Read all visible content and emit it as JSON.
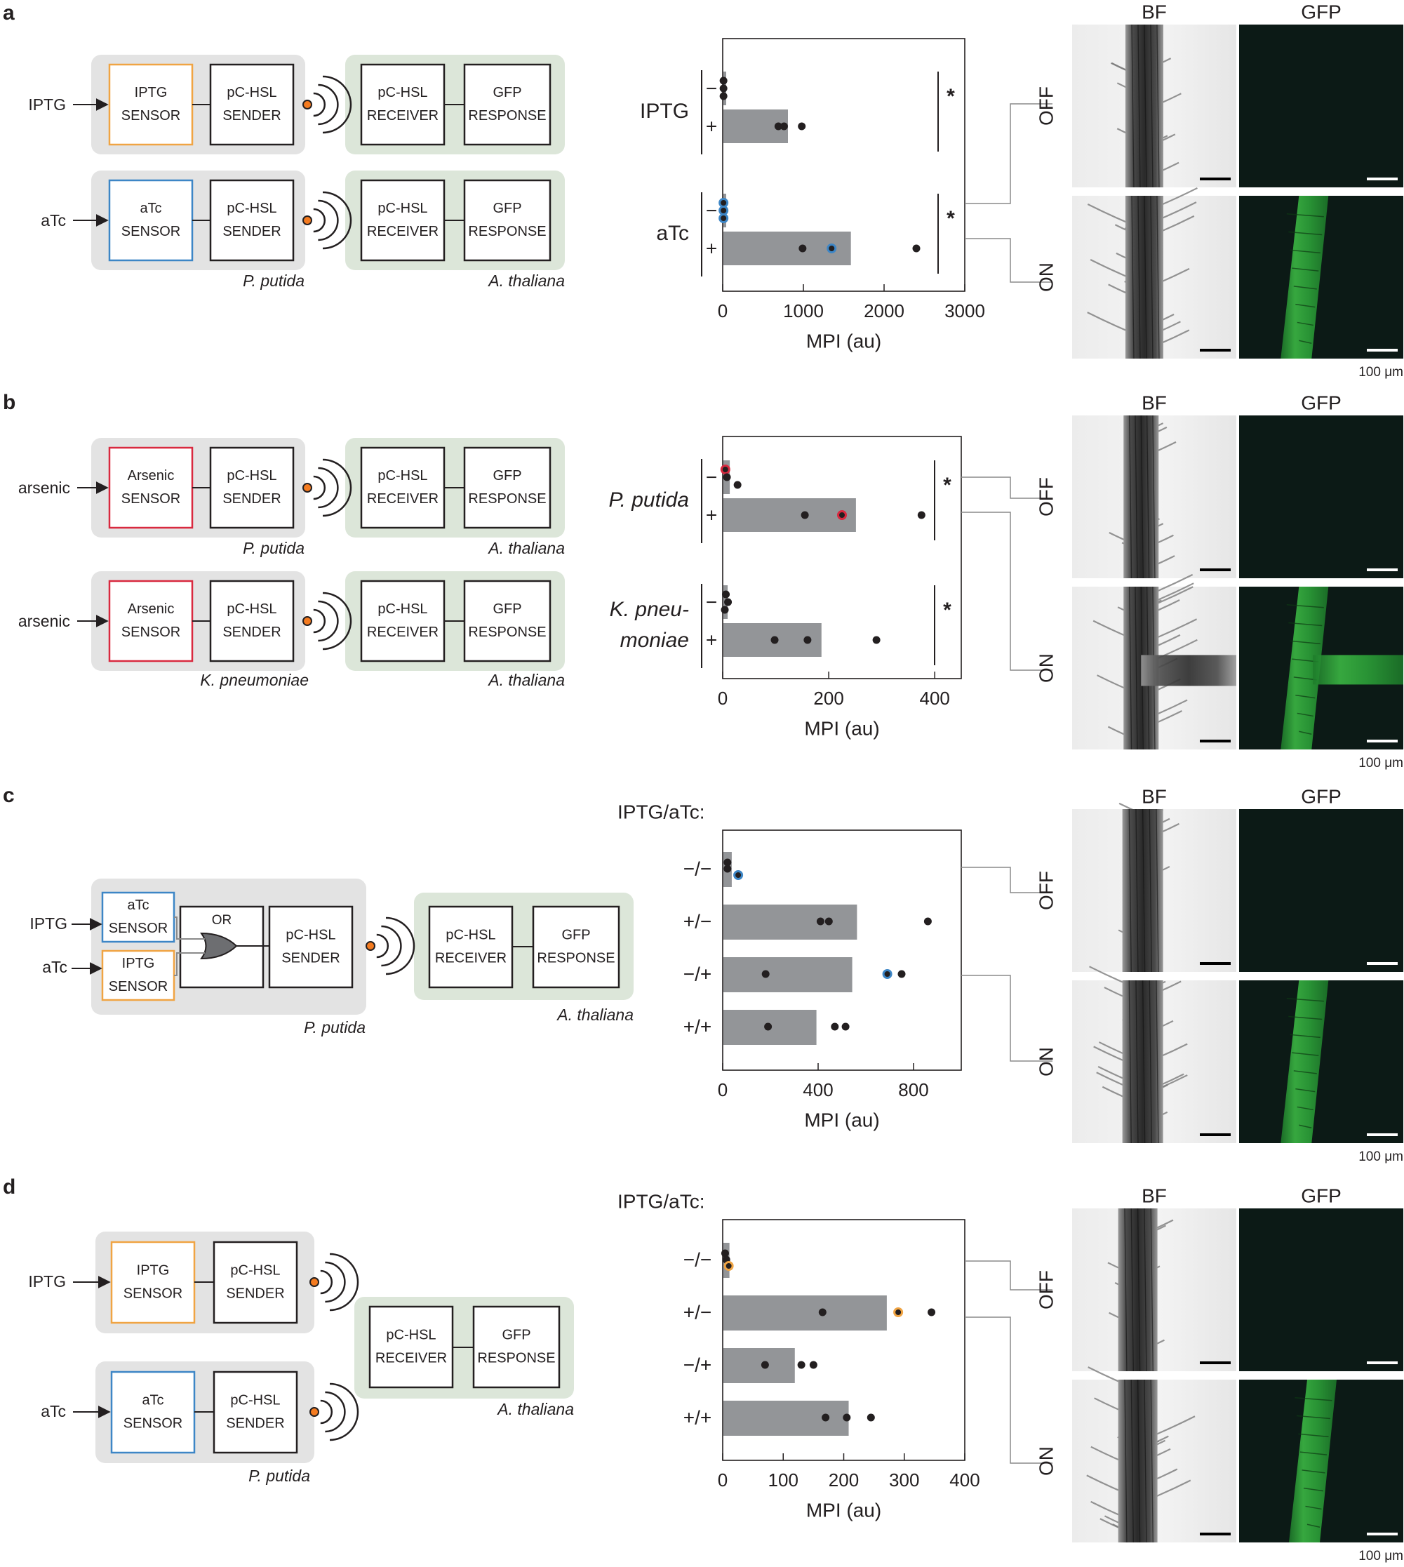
{
  "panels": {
    "a": {
      "label": "a",
      "circuit": {
        "rows": [
          {
            "input": "IPTG",
            "sensor": [
              "IPTG",
              "SENSOR"
            ],
            "sensor_color": "#f0a443",
            "sender": [
              "pC-HSL",
              "SENDER"
            ],
            "receiver": [
              "pC-HSL",
              "RECEIVER"
            ],
            "response": [
              "GFP",
              "RESPONSE"
            ]
          },
          {
            "input": "aTc",
            "sensor": [
              "aTc",
              "SENSOR"
            ],
            "sensor_color": "#3d86c6",
            "sender": [
              "pC-HSL",
              "SENDER"
            ],
            "receiver": [
              "pC-HSL",
              "RECEIVER"
            ],
            "response": [
              "GFP",
              "RESPONSE"
            ]
          }
        ],
        "host_sender": "P. putida",
        "host_receiver": "A. thaliana"
      },
      "chart_data": {
        "type": "bar",
        "orientation": "horizontal",
        "xlabel": "MPI (au)",
        "xlim": [
          0,
          3000
        ],
        "xticks": [
          0,
          1000,
          2000,
          3000
        ],
        "groups": [
          {
            "name": "IPTG",
            "bars": [
              {
                "label": "−",
                "value": 20,
                "points": [
                  10,
                  10,
                  10
                ],
                "highlight": null
              },
              {
                "label": "+",
                "value": 800,
                "points": [
                  690,
                  760,
                  980
                ],
                "highlight": null
              }
            ],
            "significance": "*"
          },
          {
            "name": "aTc",
            "bars": [
              {
                "label": "−",
                "value": 20,
                "points": [
                  10,
                  10,
                  10
                ],
                "highlight": {
                  "value": 10,
                  "color": "#3d86c6"
                }
              },
              {
                "label": "+",
                "value": 1580,
                "points": [
                  990,
                  1350,
                  2400
                ],
                "highlight": {
                  "value": 1350,
                  "color": "#3d86c6"
                }
              }
            ],
            "significance": "*"
          }
        ]
      },
      "images": {
        "col1": "BF",
        "col2": "GFP",
        "row1": "OFF",
        "row2": "ON",
        "scale": "100 μm"
      }
    },
    "b": {
      "label": "b",
      "circuit": {
        "rows": [
          {
            "input": "arsenic",
            "sensor": [
              "Arsenic",
              "SENSOR"
            ],
            "sensor_color": "#d9293f",
            "sender": [
              "pC-HSL",
              "SENDER"
            ],
            "receiver": [
              "pC-HSL",
              "RECEIVER"
            ],
            "response": [
              "GFP",
              "RESPONSE"
            ],
            "host_sender": "P. putida",
            "host_receiver": "A. thaliana"
          },
          {
            "input": "arsenic",
            "sensor": [
              "Arsenic",
              "SENSOR"
            ],
            "sensor_color": "#d9293f",
            "sender": [
              "pC-HSL",
              "SENDER"
            ],
            "receiver": [
              "pC-HSL",
              "RECEIVER"
            ],
            "response": [
              "GFP",
              "RESPONSE"
            ],
            "host_sender": "K. pneumoniae",
            "host_receiver": "A. thaliana"
          }
        ]
      },
      "chart_data": {
        "type": "bar",
        "orientation": "horizontal",
        "xlabel": "MPI (au)",
        "xlim": [
          0,
          450
        ],
        "xticks": [
          0,
          200,
          400
        ],
        "groups": [
          {
            "name": "P. putida",
            "bars": [
              {
                "label": "−",
                "value": 12,
                "points": [
                  5,
                  8,
                  28
                ],
                "highlight": {
                  "value": 5,
                  "color": "#d9293f"
                }
              },
              {
                "label": "+",
                "value": 250,
                "points": [
                  155,
                  225,
                  375
                ],
                "highlight": {
                  "value": 225,
                  "color": "#d9293f"
                }
              }
            ],
            "significance": "*"
          },
          {
            "name": [
              "K. pneu-",
              "moniae"
            ],
            "bars": [
              {
                "label": "−",
                "value": 8,
                "points": [
                  6,
                  10,
                  4
                ],
                "highlight": null
              },
              {
                "label": "+",
                "value": 185,
                "points": [
                  98,
                  160,
                  290
                ],
                "highlight": null
              }
            ],
            "significance": "*"
          }
        ]
      },
      "images": {
        "col1": "BF",
        "col2": "GFP",
        "row1": "OFF",
        "row2": "ON",
        "scale": "100 μm"
      }
    },
    "c": {
      "label": "c",
      "circuit": {
        "inputs": [
          "IPTG",
          "aTc"
        ],
        "sensors": [
          {
            "text": [
              "aTc",
              "SENSOR"
            ],
            "color": "#3d86c6"
          },
          {
            "text": [
              "IPTG",
              "SENSOR"
            ],
            "color": "#f0a443"
          }
        ],
        "gate": "OR",
        "sender": [
          "pC-HSL",
          "SENDER"
        ],
        "receiver": [
          "pC-HSL",
          "RECEIVER"
        ],
        "response": [
          "GFP",
          "RESPONSE"
        ],
        "host_sender": "P. putida",
        "host_receiver": "A. thaliana"
      },
      "chart_data": {
        "type": "bar",
        "orientation": "horizontal",
        "title": "IPTG/aTc:",
        "xlabel": "MPI (au)",
        "xlim": [
          0,
          1000
        ],
        "xticks": [
          0,
          400,
          800
        ],
        "bars": [
          {
            "label": "−/−",
            "value": 35,
            "points": [
              20,
              20,
              65
            ],
            "highlight": {
              "value": 65,
              "color": "#3d86c6"
            }
          },
          {
            "label": "+/−",
            "value": 560,
            "points": [
              410,
              445,
              860
            ],
            "highlight": null
          },
          {
            "label": "−/+",
            "value": 540,
            "points": [
              180,
              690,
              750
            ],
            "highlight": {
              "value": 690,
              "color": "#3d86c6"
            }
          },
          {
            "label": "+/+",
            "value": 390,
            "points": [
              190,
              470,
              515
            ],
            "highlight": null
          }
        ]
      },
      "images": {
        "col1": "BF",
        "col2": "GFP",
        "row1": "OFF",
        "row2": "ON",
        "scale": "100 μm"
      }
    },
    "d": {
      "label": "d",
      "circuit": {
        "rows": [
          {
            "input": "IPTG",
            "sensor": [
              "IPTG",
              "SENSOR"
            ],
            "sensor_color": "#f0a443",
            "sender": [
              "pC-HSL",
              "SENDER"
            ]
          },
          {
            "input": "aTc",
            "sensor": [
              "aTc",
              "SENSOR"
            ],
            "sensor_color": "#3d86c6",
            "sender": [
              "pC-HSL",
              "SENDER"
            ]
          }
        ],
        "receiver": [
          "pC-HSL",
          "RECEIVER"
        ],
        "response": [
          "GFP",
          "RESPONSE"
        ],
        "host_sender": "P. putida",
        "host_receiver": "A. thaliana"
      },
      "chart_data": {
        "type": "bar",
        "orientation": "horizontal",
        "title": "IPTG/aTc:",
        "xlabel": "MPI (au)",
        "xlim": [
          0,
          400
        ],
        "xticks": [
          0,
          100,
          200,
          300,
          400
        ],
        "bars": [
          {
            "label": "−/−",
            "value": 10,
            "points": [
              4,
              6,
              10
            ],
            "highlight": {
              "value": 10,
              "color": "#f0a443"
            }
          },
          {
            "label": "+/−",
            "value": 270,
            "points": [
              165,
              290,
              345
            ],
            "highlight": {
              "value": 290,
              "color": "#f0a443"
            }
          },
          {
            "label": "−/+",
            "value": 118,
            "points": [
              70,
              130,
              150
            ],
            "highlight": null
          },
          {
            "label": "+/+",
            "value": 207,
            "points": [
              170,
              205,
              245
            ],
            "highlight": null
          }
        ]
      },
      "images": {
        "col1": "BF",
        "col2": "GFP",
        "row1": "OFF",
        "row2": "ON",
        "scale": "100 μm"
      }
    }
  },
  "colors": {
    "sender_box": "#e3e3e3",
    "receiver_box": "#dce6d9",
    "bar": "#939598",
    "point": "#231f20",
    "signal_dot": "#f47b20",
    "gfp": "#3ec046",
    "micrograph_dark": "#0c1a16"
  }
}
